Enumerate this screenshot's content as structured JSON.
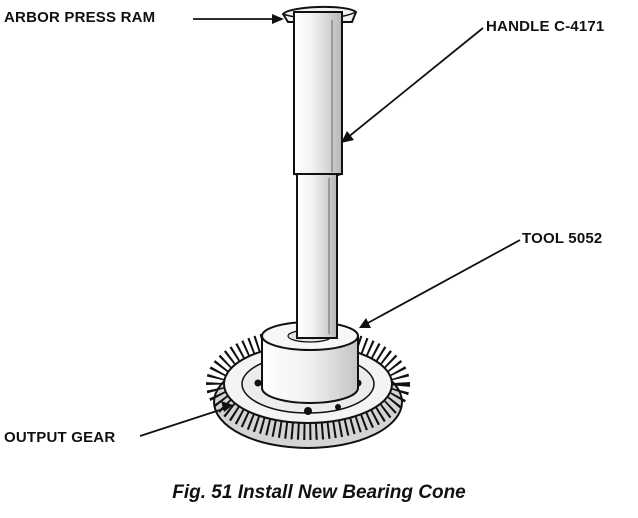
{
  "labels": {
    "arbor_press_ram": "ARBOR PRESS RAM",
    "handle": "HANDLE C-4171",
    "tool": "TOOL 5052",
    "output_gear": "OUTPUT GEAR"
  },
  "caption": "Fig. 51 Install New Bearing Cone",
  "colors": {
    "ink": "#111111",
    "shade": "#cfcfcf",
    "paper": "#ffffff"
  }
}
